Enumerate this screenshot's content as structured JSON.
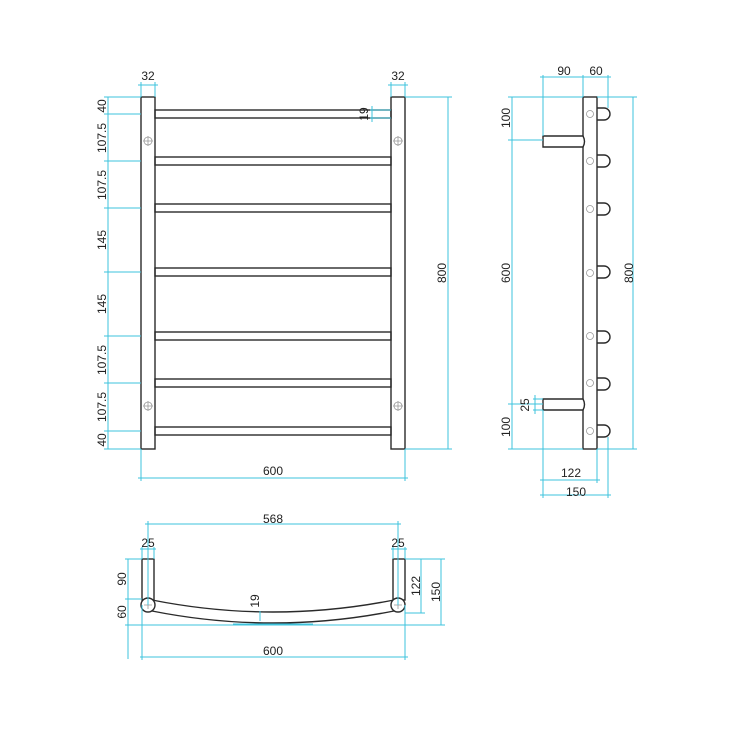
{
  "colors": {
    "outline": "#2a2a2a",
    "dimension": "#3ec3dc"
  },
  "front_view": {
    "stile_width_left": "32",
    "stile_width_right": "32",
    "rail_diameter": "19",
    "rail_spacing": [
      "40",
      "107.5",
      "107.5",
      "145",
      "145",
      "107.5",
      "107.5",
      "40"
    ],
    "overall_height": "800",
    "overall_width": "600"
  },
  "side_view": {
    "standoff_depth": "90",
    "hook_depth": "60",
    "top_offset": "100",
    "bracket_spacing": "600",
    "bottom_offset": "100",
    "bracket_height": "25",
    "overall_height": "800",
    "depth_to_wall": "122",
    "overall_depth": "150"
  },
  "top_view": {
    "centres": "568",
    "post_left": "25",
    "post_right": "25",
    "post_depth": "90",
    "rail_offset": "60",
    "rail_diameter": "19",
    "depth_to_wall": "122",
    "overall_depth": "150",
    "overall_width": "600"
  }
}
